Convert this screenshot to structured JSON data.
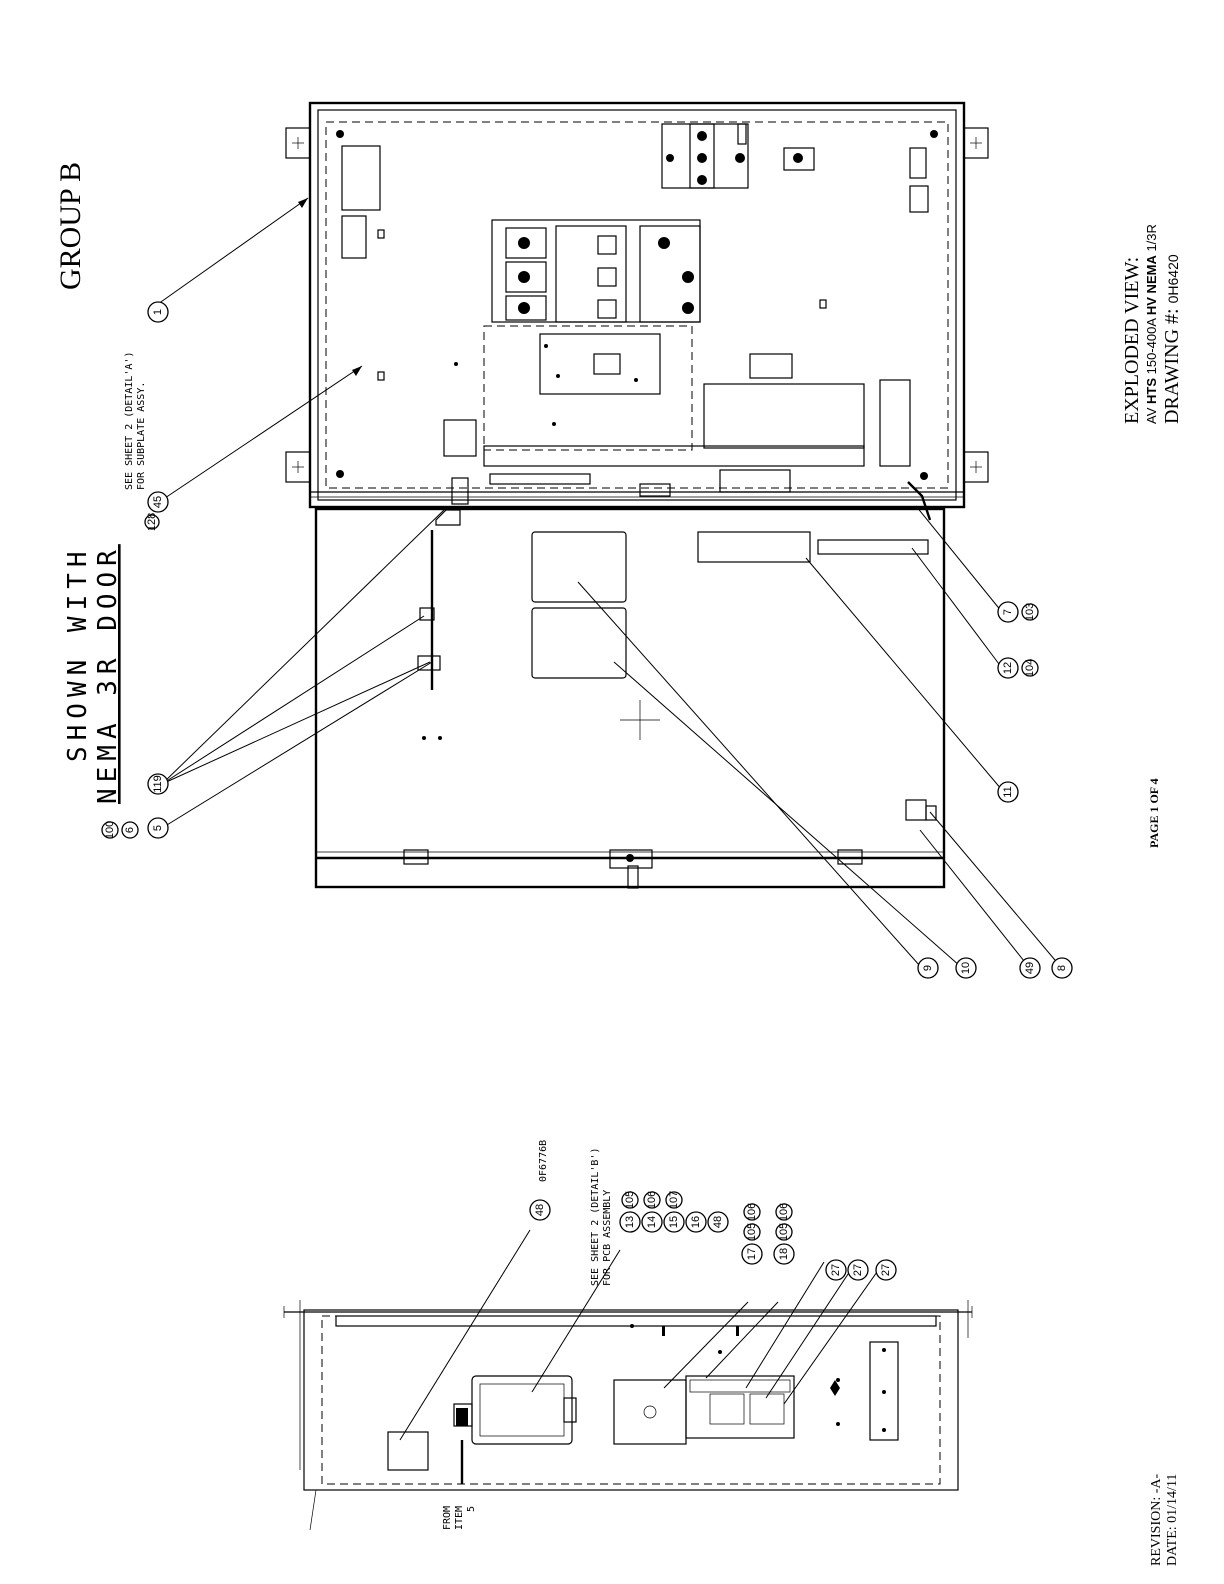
{
  "group_title": "GROUP B",
  "door_note": {
    "line1": "SHOWN WITH",
    "line2": "NEMA 3R DOOR"
  },
  "subplate_note": {
    "line1": "SEE SHEET 2 (DETAIL'A')",
    "line2": "FOR SUBPLATE ASSY."
  },
  "pcb_note": {
    "line1": "SEE SHEET 2 (DETAIL'B')",
    "line2": "FOR PCB ASSEMBLY"
  },
  "part_code": "0F6776B",
  "from_item": {
    "line1": "FROM",
    "line2": "ITEM",
    "line3": "5"
  },
  "title_block": {
    "line1": "EXPLODED VIEW:",
    "line2_prefix": "AV ",
    "line2_bold": "HTS",
    "line2_mid": " 150-400A ",
    "line2_bold2": "HV NEMA",
    "line2_suffix": " 1/3R",
    "line3_label": "DRAWING #: ",
    "line3_value": "0H6420"
  },
  "page_label": "PAGE 1 OF 4",
  "revision": "REVISION: -A-",
  "date": "DATE:  01/14/11",
  "item_bubbles": [
    "1",
    "45",
    "128",
    "119",
    "5",
    "6",
    "100",
    "9",
    "10",
    "11",
    "12",
    "104",
    "7",
    "103",
    "49",
    "8",
    "48",
    "13",
    "105",
    "14",
    "106",
    "15",
    "107",
    "16",
    "48",
    "17",
    "105",
    "106",
    "18",
    "105",
    "106",
    "27",
    "27",
    "27"
  ]
}
